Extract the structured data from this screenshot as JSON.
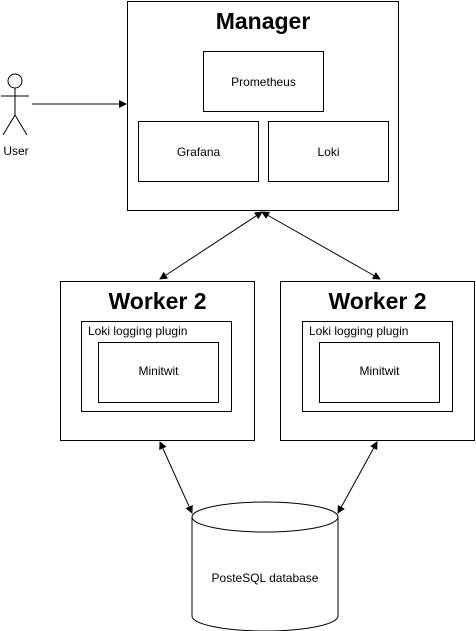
{
  "actor": {
    "label": "User"
  },
  "manager": {
    "title": "Manager",
    "components": {
      "prometheus": "Prometheus",
      "grafana": "Grafana",
      "loki": "Loki"
    }
  },
  "workers": [
    {
      "title": "Worker 2",
      "plugin_label": "Loki logging plugin",
      "app_label": "Minitwit"
    },
    {
      "title": "Worker 2",
      "plugin_label": "Loki logging plugin",
      "app_label": "Minitwit"
    }
  ],
  "database": {
    "label": "PosteSQL database"
  },
  "colors": {
    "stroke": "#000000",
    "fill": "#ffffff"
  }
}
